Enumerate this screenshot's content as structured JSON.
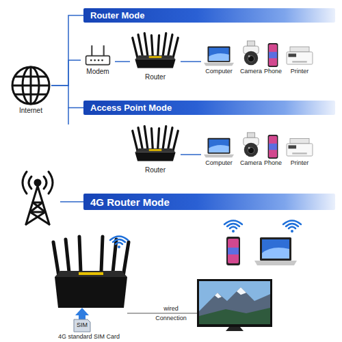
{
  "diagram": {
    "nodes": [
      {
        "text": [
          "Internet"
        ]
      },
      {
        "text": [
          "Router Mode"
        ]
      },
      {
        "text": [
          "Modem"
        ]
      },
      {
        "text": [
          "Router"
        ]
      },
      {
        "text": [
          "Computer"
        ]
      },
      {
        "text": [
          "Camera"
        ]
      },
      {
        "text": [
          "Phone"
        ]
      },
      {
        "text": [
          "Printer"
        ]
      },
      {
        "text": [
          "Access Point Mode"
        ]
      },
      {
        "text": [
          "Router"
        ]
      },
      {
        "text": [
          "Computer"
        ]
      },
      {
        "text": [
          "Camera"
        ]
      },
      {
        "text": [
          "Phone"
        ]
      },
      {
        "text": [
          "Printer"
        ]
      },
      {
        "text": [
          "4G Router Mode"
        ]
      }
    ],
    "edges": [
      {
        "from": 0,
        "to": 1,
        "arrow": "none"
      },
      {
        "from": 0,
        "to": 2,
        "arrow": "none"
      },
      {
        "from": 0,
        "to": 8,
        "arrow": "none"
      },
      {
        "from": 2,
        "to": 3,
        "arrow": "none"
      },
      {
        "from": 3,
        "to": 4,
        "arrow": "none"
      },
      {
        "from": 9,
        "to": 10,
        "arrow": "none"
      }
    ],
    "labels": [
      "SIM",
      "4G standard SIM Card",
      "wired",
      "Connection"
    ]
  }
}
